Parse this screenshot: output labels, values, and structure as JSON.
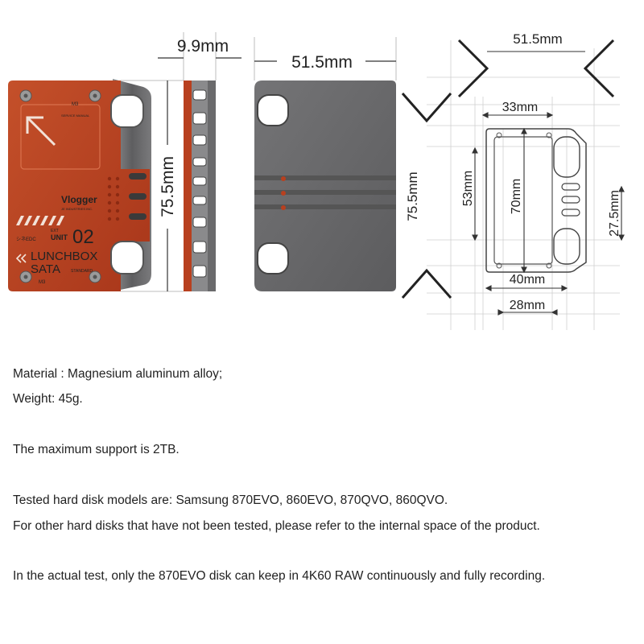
{
  "dimensions": {
    "thickness": "9.9mm",
    "width_front": "51.5mm",
    "height_front": "75.5mm",
    "width_diagram": "51.5mm",
    "height_diagram": "75.5mm",
    "inner_top_width": "33mm",
    "inner_height_left": "53mm",
    "inner_height_center": "70mm",
    "right_slot_height": "27.5mm",
    "inner_bottom_width": "40mm",
    "bottom_width_small": "28mm"
  },
  "product_label": {
    "brand": "Vlogger",
    "brand_sub": "JE INDUSTRIES INC.",
    "unit_prefix": "EXT",
    "unit": "UNIT",
    "unit_number": "02",
    "jp_text": "シネEDC",
    "line1": "LUNCHBOX",
    "line2": "SATA",
    "standard": "STANDARD",
    "screw_top": "M3",
    "screw_bottom": "M3",
    "small_text": "SERVICE MANUAL"
  },
  "description": {
    "material": "Material : Magnesium aluminum alloy;",
    "weight": "Weight: 45g.",
    "max_support": "The maximum support is 2TB.",
    "tested": "Tested hard disk models are: Samsung 870EVO, 860EVO, 870QVO, 860QVO.",
    "other": "For other hard disks that have not been tested, please refer to the internal space of the product.",
    "actual_test": "In the actual test, only the 870EVO disk can keep in 4K60 RAW continuously and fully recording."
  },
  "colors": {
    "front_red": "#b8401f",
    "metal_gray": "#6e6e70",
    "back_gray": "#6a6a6c",
    "line": "#333333",
    "leader": "#bdbdbd"
  }
}
